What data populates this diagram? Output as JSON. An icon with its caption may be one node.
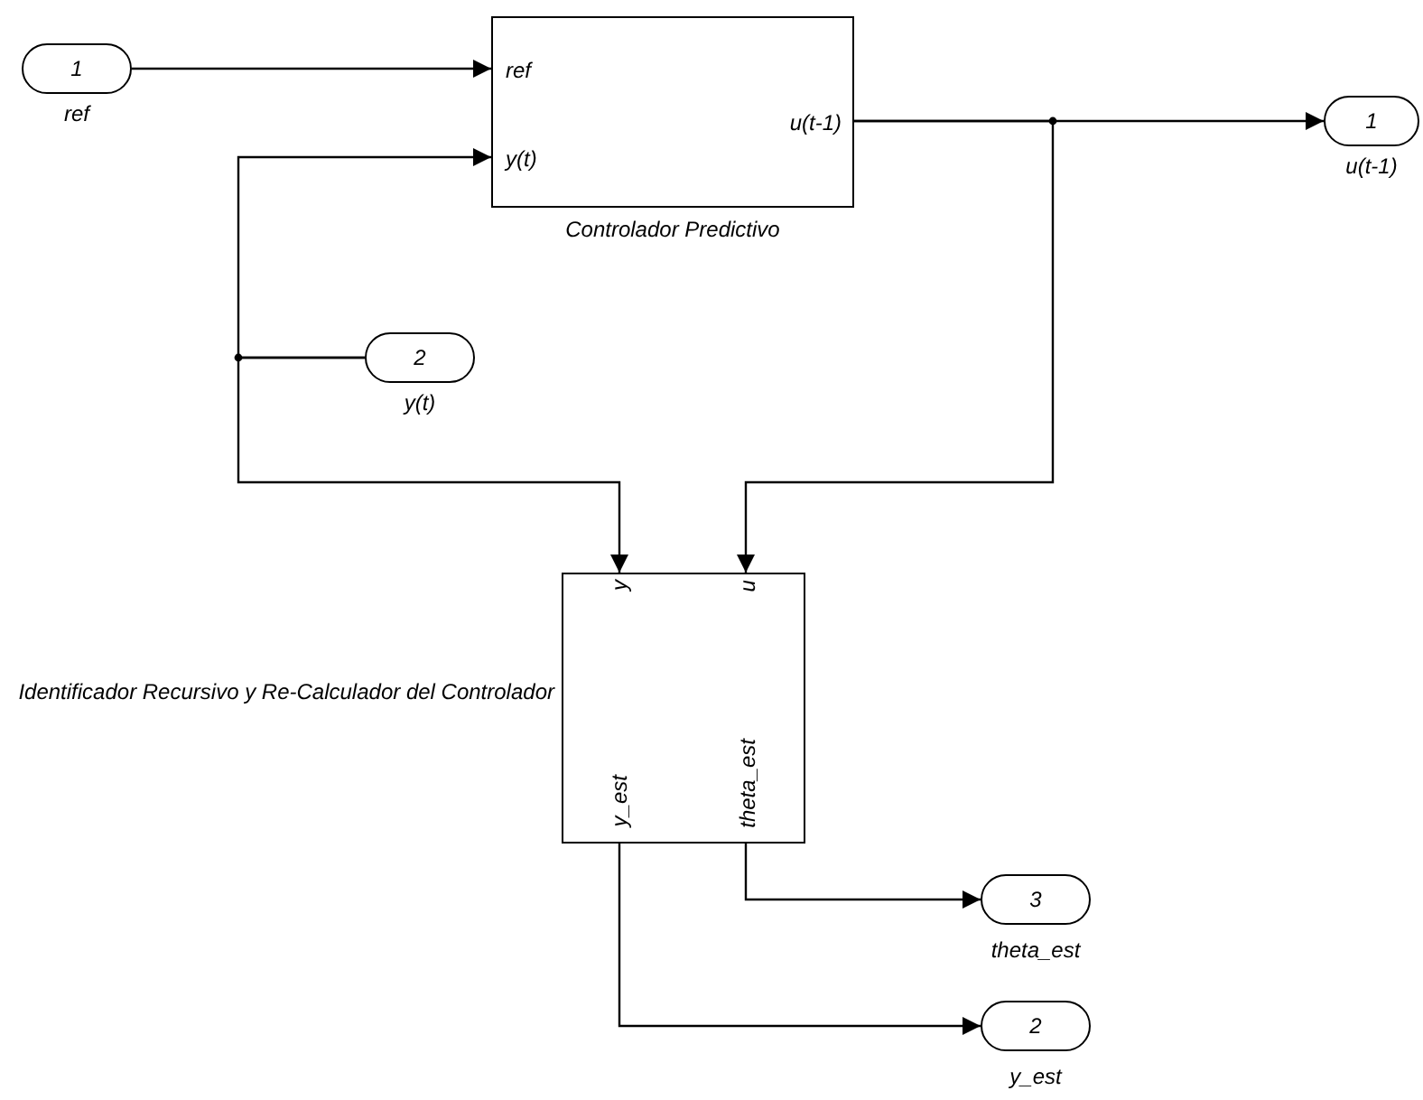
{
  "diagram": {
    "nodes": [
      {
        "text": [
          "1"
        ],
        "beside": [
          "ref"
        ]
      },
      {
        "text": [
          "ref",
          "y(t)",
          "u(t-1)"
        ],
        "beside": [
          "Controlador Predictivo"
        ]
      },
      {
        "text": [
          "1"
        ],
        "beside": [
          "u(t-1)"
        ]
      },
      {
        "text": [
          "2"
        ],
        "beside": [
          "y(t)"
        ]
      },
      {
        "text": [
          "y",
          "u",
          "y_est",
          "theta_est"
        ],
        "beside": [
          "Identificador Recursivo y Re-Calculador del Controlador"
        ]
      },
      {
        "text": [
          "3"
        ],
        "beside": [
          "theta_est"
        ]
      },
      {
        "text": [
          "2"
        ],
        "beside": [
          "y_est"
        ]
      }
    ],
    "edges": [
      {
        "from": 0,
        "to": 1,
        "arrow": "to"
      },
      {
        "from": 1,
        "to": 2,
        "arrow": "to"
      },
      {
        "from": 1,
        "to": 4,
        "arrow": "to"
      },
      {
        "from": 3,
        "to": 1,
        "arrow": "to"
      },
      {
        "from": 3,
        "to": 4,
        "arrow": "to"
      },
      {
        "from": 4,
        "to": 5,
        "arrow": "to"
      },
      {
        "from": 4,
        "to": 6,
        "arrow": "to"
      }
    ]
  }
}
